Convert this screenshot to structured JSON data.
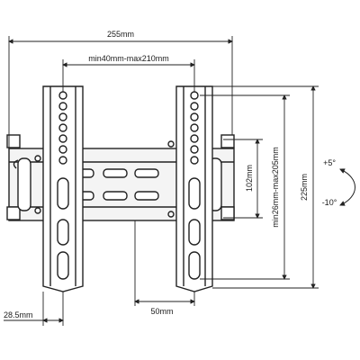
{
  "dimensions": {
    "overall_width": "255mm",
    "hole_spacing_width": "min40mm-max210mm",
    "bracket_center_height": "102mm",
    "hole_spacing_height": "min26mm-max205mm",
    "overall_height": "225mm",
    "depth_offset": "50mm",
    "wall_distance": "28.5mm"
  },
  "tilt": {
    "up": "+5°",
    "down": "-10°"
  }
}
